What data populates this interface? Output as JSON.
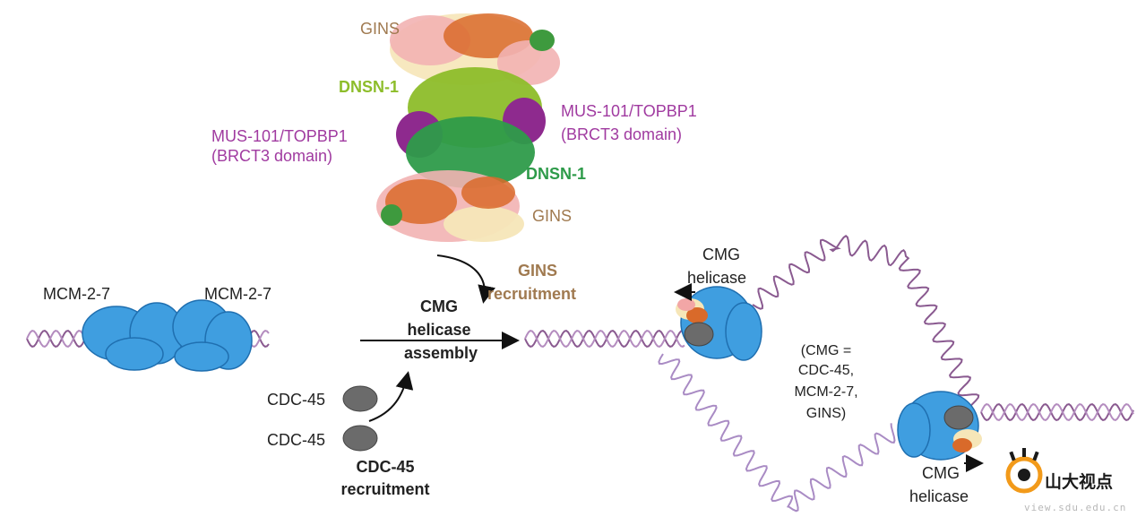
{
  "structure": {
    "gins_top": "GINS",
    "dnsn1_top": "DNSN-1",
    "mus101_left_line1": "MUS-101/TOPBP1",
    "mus101_left_line2": "(BRCT3 domain)",
    "mus101_right_line1": "MUS-101/TOPBP1",
    "mus101_right_line2": "(BRCT3 domain)",
    "dnsn1_bottom": "DNSN-1",
    "gins_bottom": "GINS"
  },
  "left": {
    "mcm_left": "MCM-2-7",
    "mcm_right": "MCM-2-7",
    "cdc45_a": "CDC-45",
    "cdc45_b": "CDC-45",
    "cdc45_recruit_line1": "CDC-45",
    "cdc45_recruit_line2": "recruitment"
  },
  "center": {
    "gins_recruit_line1": "GINS",
    "gins_recruit_line2": "recruitment",
    "cmg_line1": "CMG",
    "cmg_line2": "helicase",
    "cmg_line3": "assembly"
  },
  "right": {
    "cmg_top_line1": "CMG",
    "cmg_top_line2": "helicase",
    "definition_line1": "(CMG =",
    "definition_line2": "CDC-45,",
    "definition_line3": "MCM-2-7,",
    "definition_line4": "GINS)",
    "cmg_bottom_line1": "CMG",
    "cmg_bottom_line2": "helicase"
  },
  "watermark": {
    "name": "山大视点",
    "url": "view.sdu.edu.cn"
  },
  "colors": {
    "dna": "#8a5a90",
    "mcm": "#3f9ee0",
    "cdc45": "#6b6b6b",
    "gins_text": "#a07a50",
    "dnsn1_light": "#8dbd2a",
    "dnsn1_dark": "#2e9b4a",
    "mus101": "#a03aa0",
    "orange": "#d2691e",
    "pink": "#f2a6a6"
  }
}
